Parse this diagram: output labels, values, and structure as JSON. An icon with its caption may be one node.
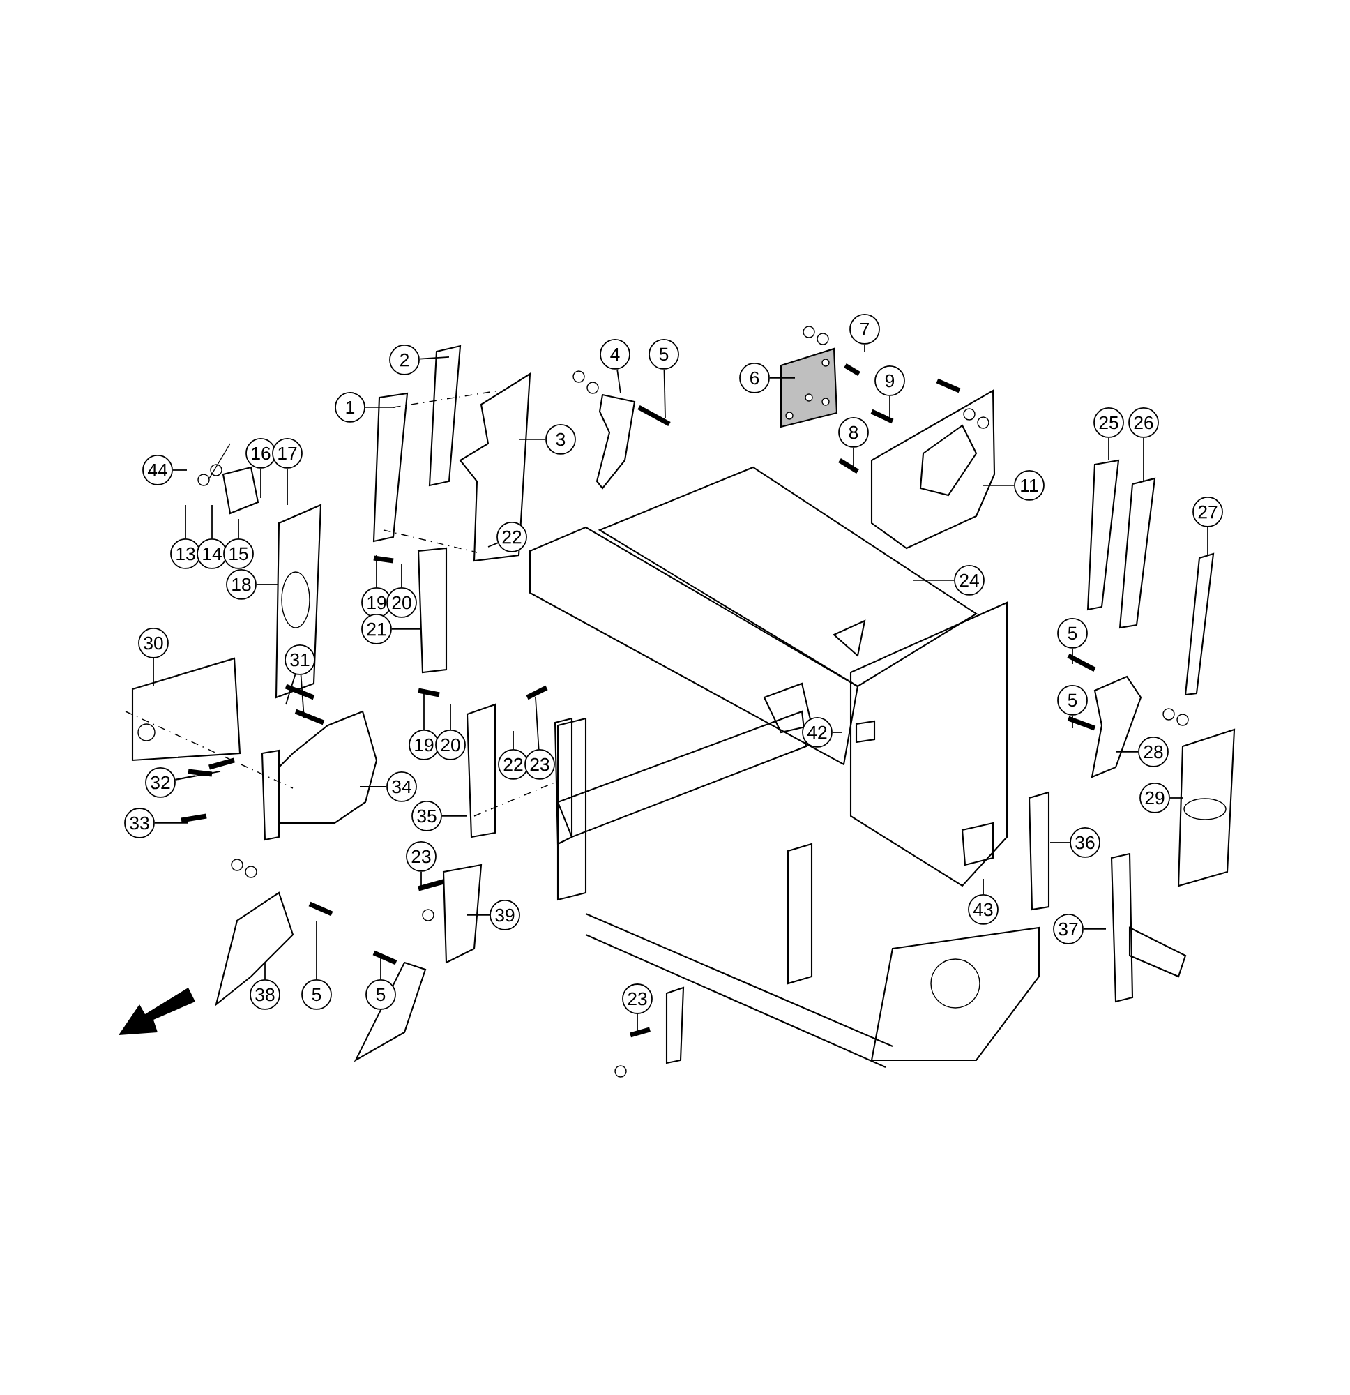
{
  "diagram": {
    "nodes": [
      {
        "text": [
          "4"
        ]
      },
      {
        "text": [
          "5"
        ]
      },
      {
        "text": [
          "7"
        ]
      },
      {
        "text": [
          "2"
        ]
      },
      {
        "text": [
          "6"
        ]
      },
      {
        "text": [
          "9"
        ]
      },
      {
        "text": [
          "1"
        ]
      },
      {
        "text": [
          "25"
        ]
      },
      {
        "text": [
          "26"
        ]
      },
      {
        "text": [
          "8"
        ]
      },
      {
        "text": [
          "3"
        ]
      },
      {
        "text": [
          "16"
        ]
      },
      {
        "text": [
          "17"
        ]
      },
      {
        "text": [
          "44"
        ]
      },
      {
        "text": [
          "11"
        ]
      },
      {
        "text": [
          "27"
        ]
      },
      {
        "text": [
          "22"
        ]
      },
      {
        "text": [
          "13"
        ]
      },
      {
        "text": [
          "14"
        ]
      },
      {
        "text": [
          "15"
        ]
      },
      {
        "text": [
          "24"
        ]
      },
      {
        "text": [
          "18"
        ]
      },
      {
        "text": [
          "19"
        ]
      },
      {
        "text": [
          "20"
        ]
      },
      {
        "text": [
          "21"
        ]
      },
      {
        "text": [
          "5"
        ]
      },
      {
        "text": [
          "30"
        ]
      },
      {
        "text": [
          "31"
        ]
      },
      {
        "text": [
          "5"
        ]
      },
      {
        "text": [
          "42"
        ]
      },
      {
        "text": [
          "19"
        ]
      },
      {
        "text": [
          "20"
        ]
      },
      {
        "text": [
          "28"
        ]
      },
      {
        "text": [
          "22"
        ]
      },
      {
        "text": [
          "23"
        ]
      },
      {
        "text": [
          "32"
        ]
      },
      {
        "text": [
          "34"
        ]
      },
      {
        "text": [
          "29"
        ]
      },
      {
        "text": [
          "35"
        ]
      },
      {
        "text": [
          "33"
        ]
      },
      {
        "text": [
          "36"
        ]
      },
      {
        "text": [
          "23"
        ]
      },
      {
        "text": [
          "43"
        ]
      },
      {
        "text": [
          "39"
        ]
      },
      {
        "text": [
          "37"
        ]
      },
      {
        "text": [
          "38"
        ]
      },
      {
        "text": [
          "5"
        ]
      },
      {
        "text": [
          "5"
        ]
      },
      {
        "text": [
          "23"
        ]
      }
    ],
    "edges": [
      {
        "from": 0,
        "to": null,
        "arrow": "none"
      },
      {
        "from": 1,
        "to": null,
        "arrow": "none"
      },
      {
        "from": 2,
        "to": null,
        "arrow": "none"
      },
      {
        "from": 3,
        "to": null,
        "arrow": "none"
      },
      {
        "from": 4,
        "to": null,
        "arrow": "none"
      },
      {
        "from": 5,
        "to": null,
        "arrow": "none"
      },
      {
        "from": 6,
        "to": null,
        "arrow": "none"
      },
      {
        "from": 7,
        "to": null,
        "arrow": "none"
      },
      {
        "from": 8,
        "to": null,
        "arrow": "none"
      },
      {
        "from": 9,
        "to": null,
        "arrow": "none"
      },
      {
        "from": 10,
        "to": null,
        "arrow": "none"
      },
      {
        "from": 11,
        "to": null,
        "arrow": "none"
      },
      {
        "from": 12,
        "to": null,
        "arrow": "none"
      },
      {
        "from": 13,
        "to": null,
        "arrow": "none"
      },
      {
        "from": 14,
        "to": null,
        "arrow": "none"
      },
      {
        "from": 15,
        "to": null,
        "arrow": "none"
      },
      {
        "from": 16,
        "to": null,
        "arrow": "none"
      },
      {
        "from": 17,
        "to": null,
        "arrow": "none"
      },
      {
        "from": 18,
        "to": null,
        "arrow": "none"
      },
      {
        "from": 19,
        "to": null,
        "arrow": "none"
      },
      {
        "from": 20,
        "to": null,
        "arrow": "none"
      },
      {
        "from": 21,
        "to": null,
        "arrow": "none"
      },
      {
        "from": 22,
        "to": null,
        "arrow": "none"
      },
      {
        "from": 23,
        "to": null,
        "arrow": "none"
      },
      {
        "from": 24,
        "to": null,
        "arrow": "none"
      },
      {
        "from": 25,
        "to": null,
        "arrow": "none"
      },
      {
        "from": 26,
        "to": null,
        "arrow": "none"
      },
      {
        "from": 27,
        "to": null,
        "arrow": "none"
      },
      {
        "from": 28,
        "to": null,
        "arrow": "none"
      },
      {
        "from": 29,
        "to": null,
        "arrow": "none"
      },
      {
        "from": 30,
        "to": null,
        "arrow": "none"
      },
      {
        "from": 31,
        "to": null,
        "arrow": "none"
      },
      {
        "from": 32,
        "to": null,
        "arrow": "none"
      },
      {
        "from": 33,
        "to": null,
        "arrow": "none"
      },
      {
        "from": 34,
        "to": null,
        "arrow": "none"
      },
      {
        "from": 35,
        "to": null,
        "arrow": "none"
      },
      {
        "from": 36,
        "to": null,
        "arrow": "none"
      },
      {
        "from": 37,
        "to": null,
        "arrow": "none"
      },
      {
        "from": 38,
        "to": null,
        "arrow": "none"
      },
      {
        "from": 39,
        "to": null,
        "arrow": "none"
      },
      {
        "from": 40,
        "to": null,
        "arrow": "none"
      },
      {
        "from": 41,
        "to": null,
        "arrow": "none"
      },
      {
        "from": 42,
        "to": null,
        "arrow": "none"
      },
      {
        "from": 43,
        "to": null,
        "arrow": "none"
      },
      {
        "from": 44,
        "to": null,
        "arrow": "none"
      },
      {
        "from": 45,
        "to": null,
        "arrow": "none"
      },
      {
        "from": 46,
        "to": null,
        "arrow": "none"
      },
      {
        "from": 47,
        "to": null,
        "arrow": "none"
      },
      {
        "from": 48,
        "to": null,
        "arrow": "none"
      },
      {
        "from": 27,
        "to": null,
        "arrow": "none"
      },
      {
        "from": 35,
        "to": null,
        "arrow": "none"
      }
    ]
  }
}
